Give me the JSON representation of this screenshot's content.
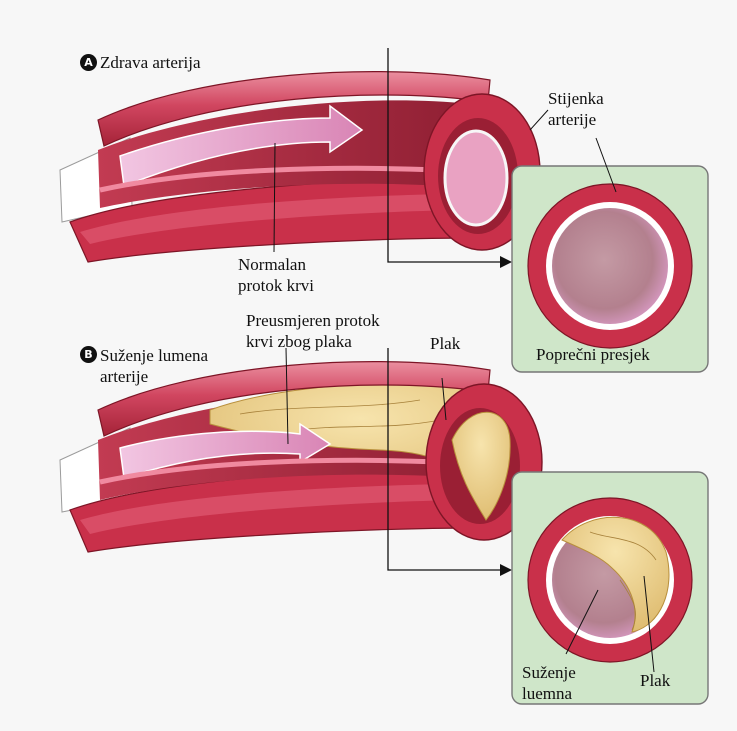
{
  "panel_a": {
    "badge": "A",
    "title": "Zdrava arterija",
    "flow_label": "Normalan\nprotok krvi",
    "wall_label": "Stijenka\narterije",
    "section_label": "Poprečni presjek"
  },
  "panel_b": {
    "badge": "B",
    "title": "Suženje lumena\narterije",
    "flow_label": "Preusmjeren protok\nkrvi zbog plaka",
    "plaque_label": "Plak",
    "narrowing_label": "Suženje\nluemna",
    "plaque_label_2": "Plak"
  },
  "colors": {
    "background": "#f7f7f7",
    "outer_wall": "#c9304a",
    "wall_highlight": "#e57a8c",
    "lumen": "#a8283e",
    "blood_flow": "#e3a4cf",
    "plaque": "#ecd28e",
    "section_box": "#cfe6c9"
  }
}
